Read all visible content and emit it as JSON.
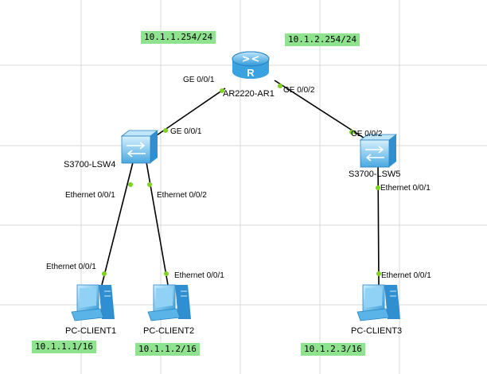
{
  "colors": {
    "grid": "#d9d9d9",
    "link": "#000000",
    "port_dot": "#7ed321",
    "ip_bg": "#8fe38f",
    "device_blue": "#5ab4e8"
  },
  "devices": {
    "router": {
      "label": "AR2220-AR1",
      "icon": "router-icon"
    },
    "lsw4": {
      "label": "S3700-LSW4",
      "icon": "switch-icon"
    },
    "lsw5": {
      "label": "S3700-LSW5",
      "icon": "switch-icon"
    },
    "pc1": {
      "label": "PC-CLIENT1",
      "icon": "pc-icon"
    },
    "pc2": {
      "label": "PC-CLIENT2",
      "icon": "pc-icon"
    },
    "pc3": {
      "label": "PC-CLIENT3",
      "icon": "pc-icon"
    }
  },
  "ports": {
    "ar1_g001": "GE 0/0/1",
    "ar1_g002": "GE 0/0/2",
    "lsw4_g001": "GE 0/0/1",
    "lsw5_g002": "GE 0/0/2",
    "lsw4_e001": "Ethernet 0/0/1",
    "lsw4_e002": "Ethernet 0/0/2",
    "lsw5_e001": "Ethernet 0/0/1",
    "pc1_e001": "Ethernet 0/0/1",
    "pc2_e001": "Ethernet 0/0/1",
    "pc3_e001": "Ethernet 0/0/1"
  },
  "ips": {
    "gw1": "10.1.1.254/24",
    "gw2": "10.1.2.254/24",
    "pc1": "10.1.1.1/16",
    "pc2": "10.1.1.2/16",
    "pc3": "10.1.2.3/16"
  }
}
